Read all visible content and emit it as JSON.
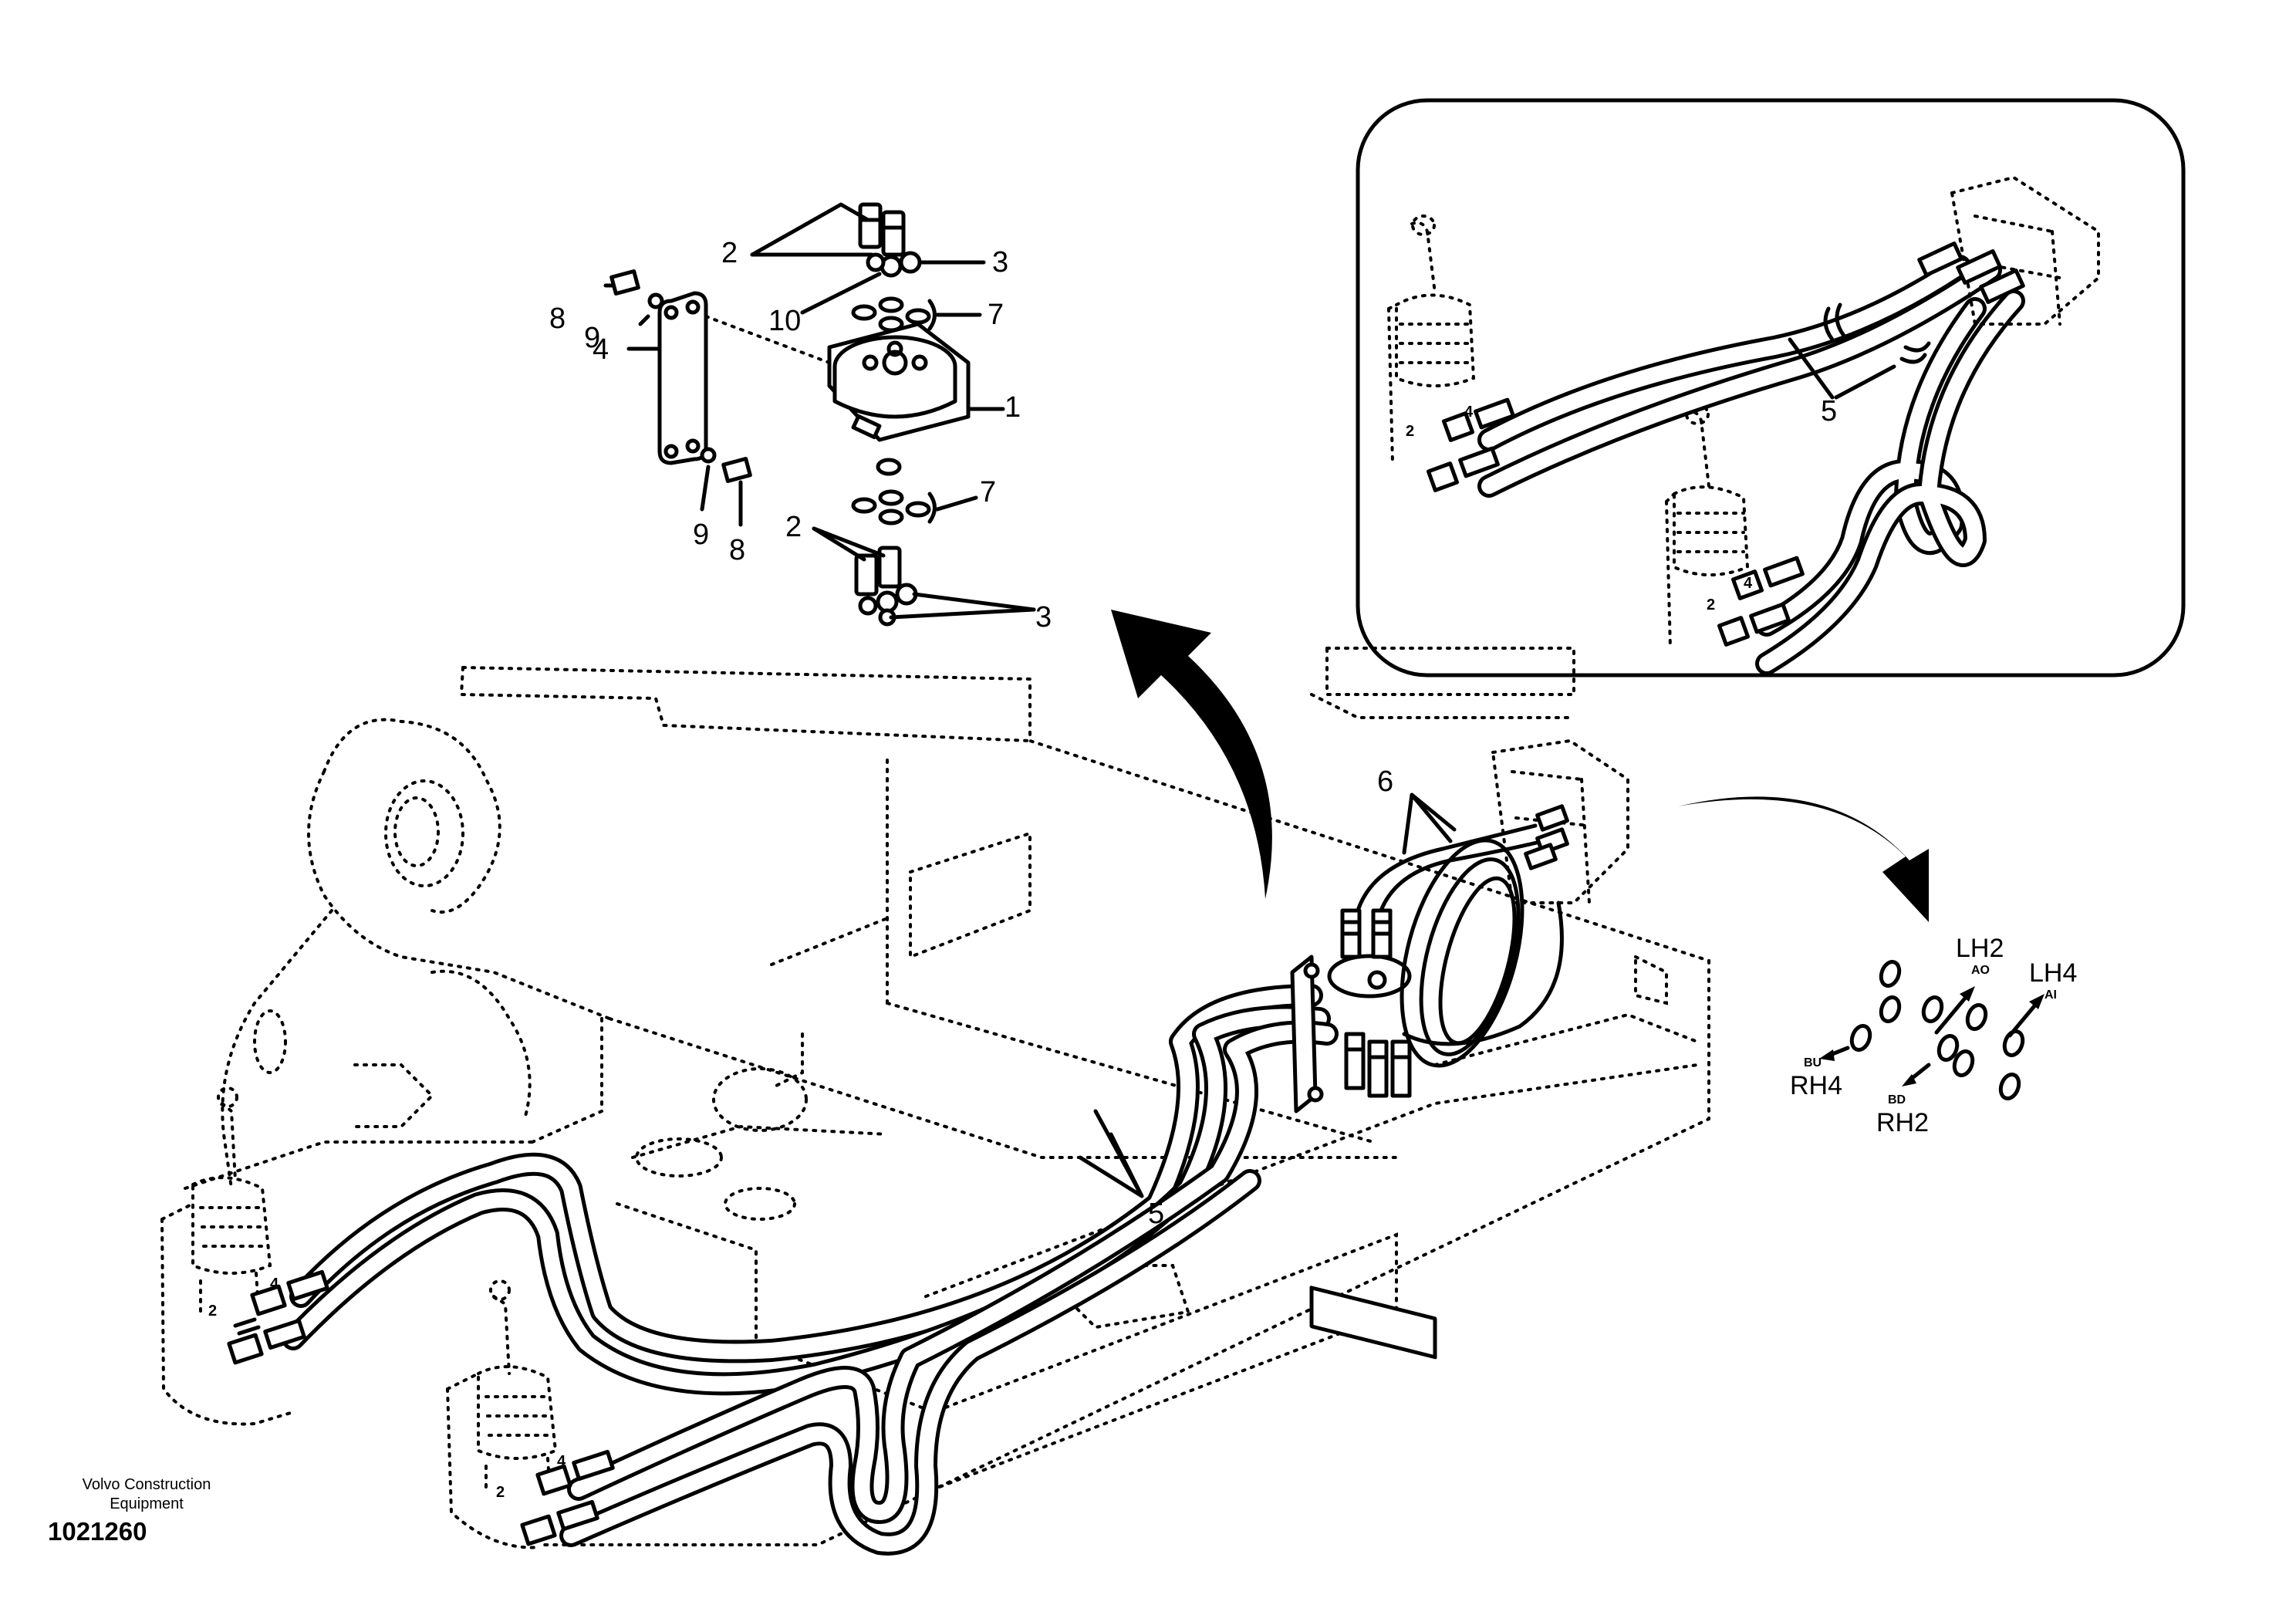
{
  "exploded_view": {
    "callouts": {
      "c1": "1",
      "c2_top": "2",
      "c3_top": "3",
      "c4": "4",
      "c7_top": "7",
      "c8_top": "8",
      "c9_top": "9",
      "c10": "10",
      "c9_bottom": "9",
      "c8_bottom": "8",
      "c7_bottom": "7",
      "c2_bottom": "2",
      "c3_bottom": "3"
    }
  },
  "inset_view": {
    "callouts": {
      "c5": "5",
      "c2_lever_a": "2",
      "c4_lever_a": "4",
      "c2_lever_b": "2",
      "c4_lever_b": "4"
    }
  },
  "main_view": {
    "callouts": {
      "c6": "6",
      "c5": "5",
      "c2_left_lever": "2",
      "c4_left_lever": "4",
      "c2_right_lever": "2",
      "c4_right_lever": "4"
    }
  },
  "port_view": {
    "labels": {
      "lh2": "LH2",
      "lh2_code": "AO",
      "lh4": "LH4",
      "lh4_code": "AI",
      "rh4": "RH4",
      "rh4_code": "BU",
      "rh2": "RH2",
      "rh2_code": "BD"
    }
  },
  "footer": {
    "company_line1": "Volvo Construction",
    "company_line2": "Equipment",
    "figure_number": "1021260"
  }
}
